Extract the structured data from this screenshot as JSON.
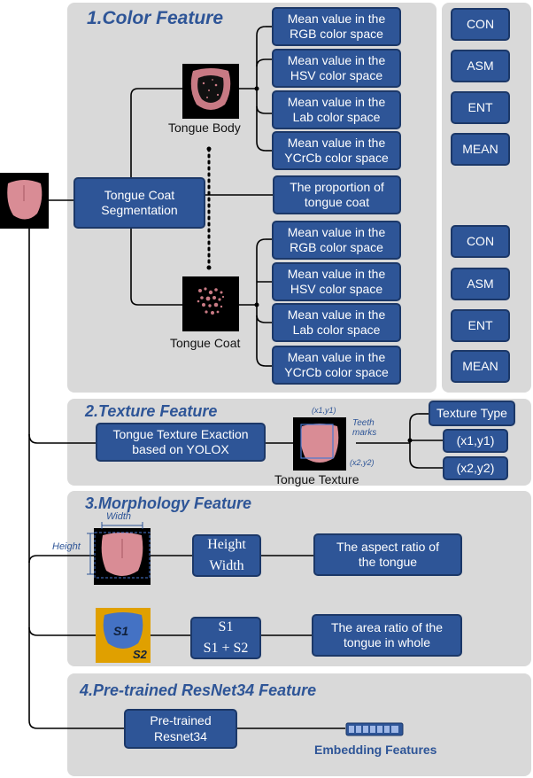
{
  "sections": {
    "color": {
      "title": "1.Color Feature",
      "segmentation": "Tongue Coat\nSegmentation",
      "tongue_body_label": "Tongue Body",
      "tongue_coat_label": "Tongue Coat",
      "body_features": [
        "Mean value in the\nRGB color space",
        "Mean value in the\nHSV color space",
        "Mean value in the\nLab color space",
        "Mean value in the\nYCrCb color space"
      ],
      "proportion": "The proportion of\ntongue coat",
      "coat_features": [
        "Mean value in the\nRGB color space",
        "Mean value in the\nHSV color space",
        "Mean value in the\nLab color space",
        "Mean value in the\nYCrCb color space"
      ],
      "glcm_top": [
        "CON",
        "ASM",
        "ENT",
        "MEAN"
      ],
      "glcm_bottom": [
        "CON",
        "ASM",
        "ENT",
        "MEAN"
      ]
    },
    "texture": {
      "title": "2.Texture Feature",
      "method": "Tongue Texture Exaction\nbased on YOLOX",
      "image_label": "Tongue Texture",
      "anno_tl": "(x1,y1)",
      "anno_br": "(x2,y2)",
      "anno_teeth": "Teeth\nmarks",
      "outputs": [
        "Texture Type",
        "(x1,y1)",
        "(x2,y2)"
      ]
    },
    "morphology": {
      "title": "3.Morphology Feature",
      "width_anno": "Width",
      "height_anno": "Height",
      "ratio_num": "Height",
      "ratio_den": "Width",
      "aspect_result": "The aspect ratio of\nthe tongue",
      "s1": "S1",
      "s2": "S2",
      "area_num": "S1",
      "area_den": "S1 + S2",
      "area_result": "The  area ratio of the\ntongue in whole"
    },
    "resnet": {
      "title": "4.Pre-trained ResNet34 Feature",
      "model": "Pre-trained\nResnet34",
      "embedding": "Embedding Features"
    }
  },
  "colors": {
    "box_fill": "#2e5597",
    "panel_bg": "#d9d9d9",
    "title_text": "#2e5597",
    "tongue": "#d98c95",
    "mask_blue": "#4472c4",
    "mask_bg": "#e0a000"
  }
}
